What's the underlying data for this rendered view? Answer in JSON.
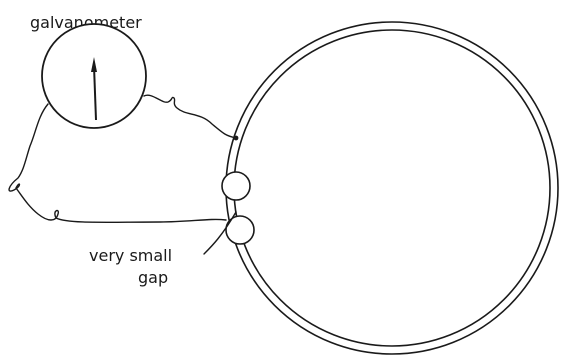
{
  "labels": {
    "galvanometer": "galvanometer",
    "gap_line1": "very small",
    "gap_line2": "gap"
  },
  "colors": {
    "ink": "#1a1a1a",
    "background": "#ffffff"
  }
}
